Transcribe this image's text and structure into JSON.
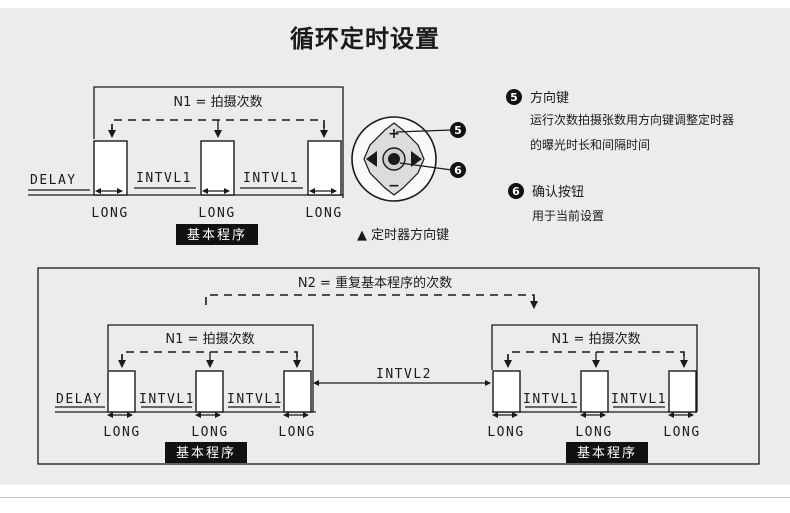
{
  "title": "循环定时设置",
  "top_diagram": {
    "n1": "N1 = 拍摄次数",
    "delay": "DELAY",
    "intervals": [
      "INTVL1",
      "INTVL1"
    ],
    "long_labels": [
      "LONG",
      "LONG",
      "LONG"
    ],
    "basic_program": "基本程序"
  },
  "dpad": {
    "caption": "▲ 定时器方向键",
    "markers": [
      "5",
      "6"
    ]
  },
  "legend": {
    "item5": {
      "badge": "5",
      "heading": "方向键",
      "lines": [
        "运行次数拍摄张数用方向键调整定时器",
        "的曝光时长和间隔时间"
      ]
    },
    "item6": {
      "badge": "6",
      "heading": "确认按钮",
      "lines": [
        "用于当前设置"
      ]
    }
  },
  "bottom_diagram": {
    "n2": "N2 = 重复基本程序的次数",
    "n1_left": "N1 = 拍摄次数",
    "n1_right": "N1 = 拍摄次数",
    "delay": "DELAY",
    "intvl2": "INTVL2",
    "left_intervals": [
      "INTVL1",
      "INTVL1"
    ],
    "right_intervals": [
      "INTVL1",
      "INTVL1"
    ],
    "left_long": [
      "LONG",
      "LONG",
      "LONG"
    ],
    "right_long": [
      "LONG",
      "LONG",
      "LONG"
    ],
    "basic_program_left": "基本程序",
    "basic_program_right": "基本程序"
  }
}
